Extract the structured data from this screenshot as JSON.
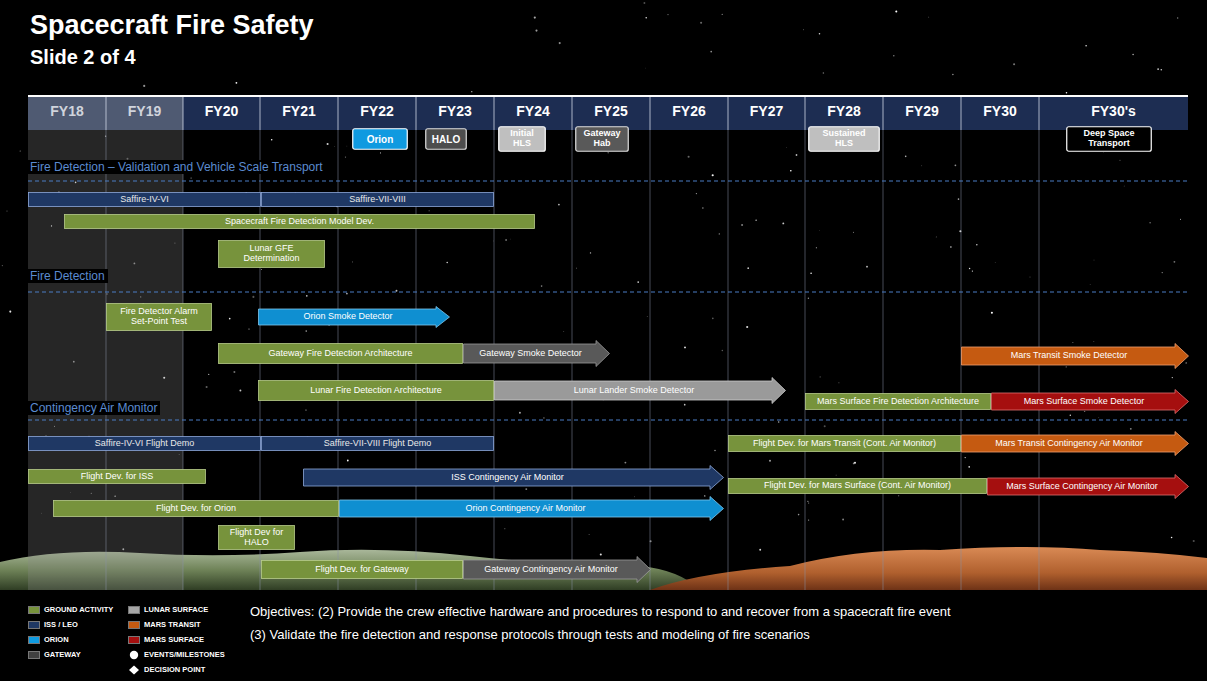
{
  "diagram": {
    "title": "Spacecraft Fire Safety",
    "nodes": [
      {
        "text": [
          "Orion"
        ]
      },
      {
        "text": [
          "HALO"
        ]
      },
      {
        "text": [
          "Initial HLS"
        ]
      },
      {
        "text": [
          "Gateway Hab"
        ]
      },
      {
        "text": [
          "Sustained HLS"
        ]
      },
      {
        "text": [
          "Deep Space Transport"
        ]
      },
      {
        "text": [
          "Saffire-IV-VI"
        ]
      },
      {
        "text": [
          "Saffire-VII-VIII"
        ]
      },
      {
        "text": [
          "Spacecraft Fire Detection Model Dev."
        ]
      },
      {
        "text": [
          "Lunar GFE Determination"
        ]
      },
      {
        "text": [
          "Fire Detector Alarm Set-Point Test"
        ]
      },
      {
        "text": [
          "Orion Smoke Detector"
        ]
      },
      {
        "text": [
          "Gateway Fire Detection Architecture"
        ]
      },
      {
        "text": [
          "Gateway Smoke Detector"
        ]
      },
      {
        "text": [
          "Mars Transit Smoke Detector"
        ]
      },
      {
        "text": [
          "Lunar Fire Detection Architecture"
        ]
      },
      {
        "text": [
          "Lunar Lander Smoke Detector"
        ]
      },
      {
        "text": [
          "Mars Surface Fire Detection Architecture"
        ]
      },
      {
        "text": [
          "Mars Surface Smoke Detector"
        ]
      },
      {
        "text": [
          "Saffire-IV-VI Flight Demo"
        ]
      },
      {
        "text": [
          "Saffire-VII-VIII Flight Demo"
        ]
      },
      {
        "text": [
          "Flight Dev. for Mars Transit (Cont. Air Monitor)"
        ]
      },
      {
        "text": [
          "Mars Transit Contingency Air Monitor"
        ]
      },
      {
        "text": [
          "Flight Dev. for ISS"
        ]
      },
      {
        "text": [
          "ISS Contingency Air Monitor"
        ]
      },
      {
        "text": [
          "Flight Dev. for Mars Surface (Cont. Air Monitor)"
        ]
      },
      {
        "text": [
          "Mars Surface Contingency Air Monitor"
        ]
      },
      {
        "text": [
          "Flight Dev. for Orion"
        ]
      },
      {
        "text": [
          "Orion Contingency Air Monitor"
        ]
      },
      {
        "text": [
          "Flight Dev for HALO"
        ]
      },
      {
        "text": [
          "Flight Dev. for Gateway"
        ]
      },
      {
        "text": [
          "Gateway Contingency Air Monitor"
        ]
      }
    ],
    "labels": [
      "Slide 2 of 4",
      "FY18",
      "FY19",
      "FY20",
      "FY21",
      "FY22",
      "FY23",
      "FY24",
      "FY25",
      "FY26",
      "FY27",
      "FY28",
      "FY29",
      "FY30",
      "FY30's",
      "Fire Detection – Validation and Vehicle Scale Transport",
      "Fire Detection",
      "Contingency Air Monitor",
      "Objectives: (2) Provide the crew effective hardware and procedures to respond to and recover from a spacecraft fire event",
      "(3) Validate the fire detection and response protocols through tests and modeling of fire scenarios"
    ],
    "legend": [
      {
        "text": "GROUND ACTIVITY",
        "color": "#77933c"
      },
      {
        "text": "ISS / LEO",
        "color": "#1f3864"
      },
      {
        "text": "ORION",
        "color": "#0f9ae0"
      },
      {
        "text": "GATEWAY",
        "color": "#404040"
      },
      {
        "text": "LUNAR SURFACE",
        "color": "#a6a6a6"
      },
      {
        "text": "MARS TRANSIT",
        "color": "#c55a11"
      },
      {
        "text": "MARS SURFACE",
        "color": "#a50f0f"
      },
      {
        "text": "EVENTS/MILESTONES"
      },
      {
        "text": "DECISION POINT"
      }
    ]
  }
}
